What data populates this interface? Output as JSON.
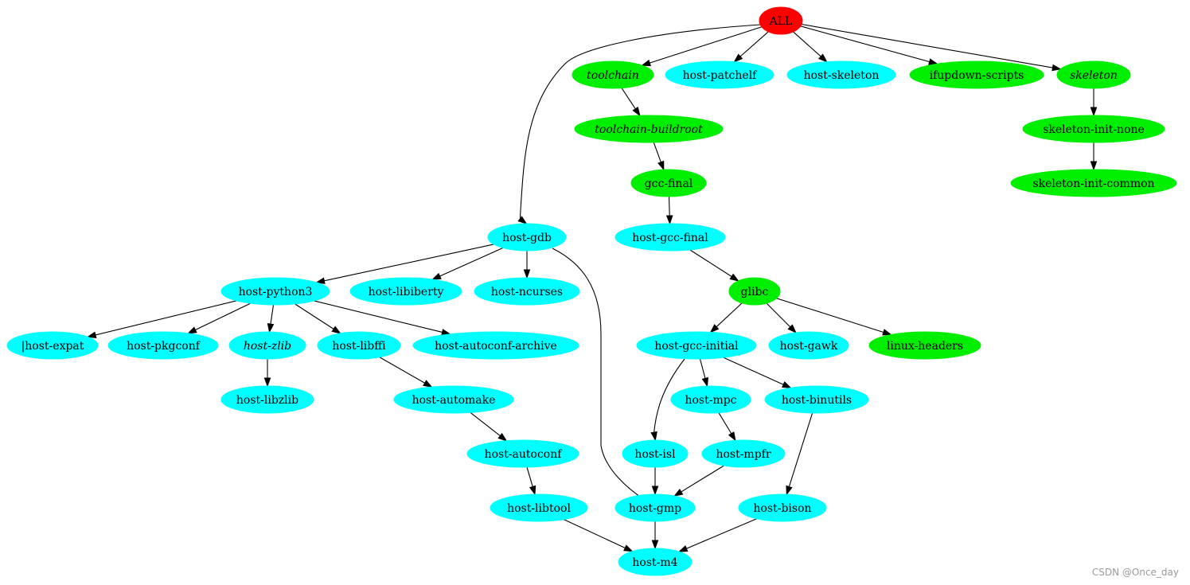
{
  "colors": {
    "root": "#ff0000",
    "green": "#00ee00",
    "cyan": "#00ffff"
  },
  "nodes": [
    {
      "id": "ALL",
      "label": "ALL",
      "color": "root",
      "italic": false
    },
    {
      "id": "toolchain",
      "label": "toolchain",
      "color": "green",
      "italic": true
    },
    {
      "id": "host-patchelf",
      "label": "host-patchelf",
      "color": "cyan",
      "italic": false
    },
    {
      "id": "host-skeleton",
      "label": "host-skeleton",
      "color": "cyan",
      "italic": false
    },
    {
      "id": "ifupdown-scripts",
      "label": "ifupdown-scripts",
      "color": "green",
      "italic": false
    },
    {
      "id": "skeleton",
      "label": "skeleton",
      "color": "green",
      "italic": true
    },
    {
      "id": "toolchain-buildroot",
      "label": "toolchain-buildroot",
      "color": "green",
      "italic": true
    },
    {
      "id": "skeleton-init-none",
      "label": "skeleton-init-none",
      "color": "green",
      "italic": false
    },
    {
      "id": "gcc-final",
      "label": "gcc-final",
      "color": "green",
      "italic": false
    },
    {
      "id": "skeleton-init-common",
      "label": "skeleton-init-common",
      "color": "green",
      "italic": false
    },
    {
      "id": "host-gdb",
      "label": "host-gdb",
      "color": "cyan",
      "italic": false
    },
    {
      "id": "host-gcc-final",
      "label": "host-gcc-final",
      "color": "cyan",
      "italic": false
    },
    {
      "id": "host-python3",
      "label": "host-python3",
      "color": "cyan",
      "italic": false
    },
    {
      "id": "host-libiberty",
      "label": "host-libiberty",
      "color": "cyan",
      "italic": false
    },
    {
      "id": "host-ncurses",
      "label": "host-ncurses",
      "color": "cyan",
      "italic": false
    },
    {
      "id": "glibc",
      "label": "glibc",
      "color": "green",
      "italic": false
    },
    {
      "id": "host-expat",
      "label": "|host-expat",
      "color": "cyan",
      "italic": false
    },
    {
      "id": "host-pkgconf",
      "label": "host-pkgconf",
      "color": "cyan",
      "italic": false
    },
    {
      "id": "host-zlib",
      "label": "host-zlib",
      "color": "cyan",
      "italic": true
    },
    {
      "id": "host-libffi",
      "label": "host-libffi",
      "color": "cyan",
      "italic": false
    },
    {
      "id": "host-autoconf-archive",
      "label": "host-autoconf-archive",
      "color": "cyan",
      "italic": false
    },
    {
      "id": "host-gcc-initial",
      "label": "host-gcc-initial",
      "color": "cyan",
      "italic": false
    },
    {
      "id": "host-gawk",
      "label": "host-gawk",
      "color": "cyan",
      "italic": false
    },
    {
      "id": "linux-headers",
      "label": "linux-headers",
      "color": "green",
      "italic": false
    },
    {
      "id": "host-libzlib",
      "label": "host-libzlib",
      "color": "cyan",
      "italic": false
    },
    {
      "id": "host-automake",
      "label": "host-automake",
      "color": "cyan",
      "italic": false
    },
    {
      "id": "host-mpc",
      "label": "host-mpc",
      "color": "cyan",
      "italic": false
    },
    {
      "id": "host-binutils",
      "label": "host-binutils",
      "color": "cyan",
      "italic": false
    },
    {
      "id": "host-autoconf",
      "label": "host-autoconf",
      "color": "cyan",
      "italic": false
    },
    {
      "id": "host-isl",
      "label": "host-isl",
      "color": "cyan",
      "italic": false
    },
    {
      "id": "host-mpfr",
      "label": "host-mpfr",
      "color": "cyan",
      "italic": false
    },
    {
      "id": "host-libtool",
      "label": "host-libtool",
      "color": "cyan",
      "italic": false
    },
    {
      "id": "host-gmp",
      "label": "host-gmp",
      "color": "cyan",
      "italic": false
    },
    {
      "id": "host-bison",
      "label": "host-bison",
      "color": "cyan",
      "italic": false
    },
    {
      "id": "host-m4",
      "label": "host-m4",
      "color": "cyan",
      "italic": false
    }
  ],
  "edges": [
    [
      "ALL",
      "host-gdb"
    ],
    [
      "ALL",
      "toolchain"
    ],
    [
      "ALL",
      "host-patchelf"
    ],
    [
      "ALL",
      "host-skeleton"
    ],
    [
      "ALL",
      "ifupdown-scripts"
    ],
    [
      "ALL",
      "skeleton"
    ],
    [
      "toolchain",
      "toolchain-buildroot"
    ],
    [
      "toolchain-buildroot",
      "gcc-final"
    ],
    [
      "gcc-final",
      "host-gcc-final"
    ],
    [
      "host-gcc-final",
      "glibc"
    ],
    [
      "skeleton",
      "skeleton-init-none"
    ],
    [
      "skeleton-init-none",
      "skeleton-init-common"
    ],
    [
      "host-gdb",
      "host-python3"
    ],
    [
      "host-gdb",
      "host-libiberty"
    ],
    [
      "host-gdb",
      "host-ncurses"
    ],
    [
      "host-gdb",
      "host-gmp"
    ],
    [
      "host-python3",
      "host-expat"
    ],
    [
      "host-python3",
      "host-pkgconf"
    ],
    [
      "host-python3",
      "host-zlib"
    ],
    [
      "host-python3",
      "host-libffi"
    ],
    [
      "host-python3",
      "host-autoconf-archive"
    ],
    [
      "host-zlib",
      "host-libzlib"
    ],
    [
      "host-libffi",
      "host-automake"
    ],
    [
      "host-automake",
      "host-autoconf"
    ],
    [
      "host-autoconf",
      "host-libtool"
    ],
    [
      "host-libtool",
      "host-m4"
    ],
    [
      "glibc",
      "host-gcc-initial"
    ],
    [
      "glibc",
      "host-gawk"
    ],
    [
      "glibc",
      "linux-headers"
    ],
    [
      "host-gcc-initial",
      "host-isl"
    ],
    [
      "host-gcc-initial",
      "host-mpc"
    ],
    [
      "host-gcc-initial",
      "host-binutils"
    ],
    [
      "host-mpc",
      "host-mpfr"
    ],
    [
      "host-isl",
      "host-gmp"
    ],
    [
      "host-mpfr",
      "host-gmp"
    ],
    [
      "host-binutils",
      "host-bison"
    ],
    [
      "host-gmp",
      "host-m4"
    ],
    [
      "host-bison",
      "host-m4"
    ]
  ],
  "watermark": "CSDN @Once_day"
}
